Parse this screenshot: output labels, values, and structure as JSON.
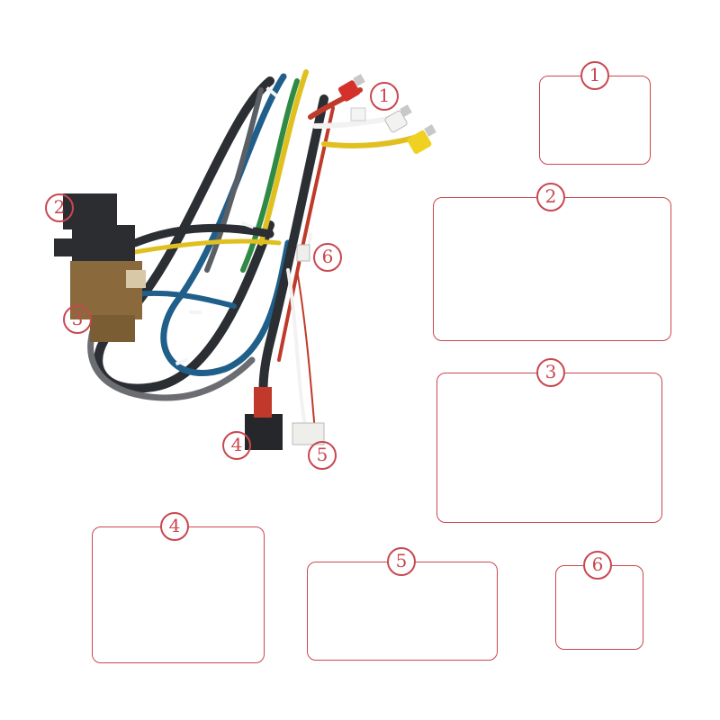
{
  "labels": {
    "n1": "1",
    "n2": "2",
    "n3": "3",
    "n4": "4",
    "n5": "5",
    "n6": "6"
  },
  "colors": {
    "frame": "#c9474f",
    "connector_black": "#3a3a3e",
    "connector_tan": "#8a6a3c",
    "connector_beige": "#d9d0bd",
    "connector_grey": "#6b6d72",
    "connector_white": "#eeeeea"
  }
}
